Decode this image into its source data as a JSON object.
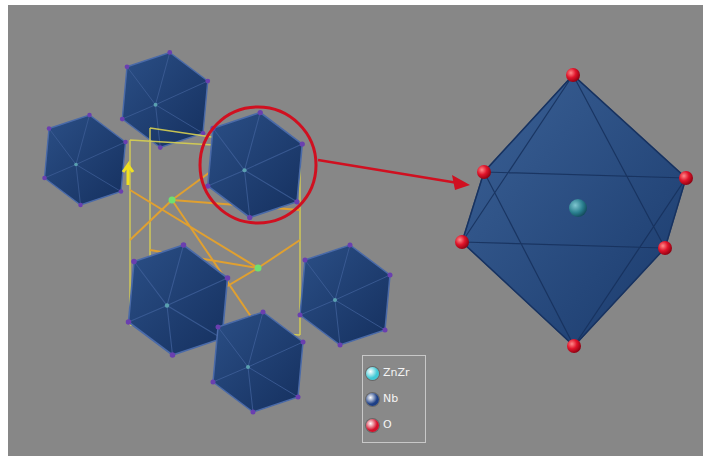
{
  "diagram": {
    "legend": [
      {
        "text": "ZnZr",
        "color": "#3fc9d6"
      },
      {
        "text": "Nb",
        "color": "#1d3f86"
      },
      {
        "text": "O",
        "color": "#d4102a"
      }
    ]
  }
}
